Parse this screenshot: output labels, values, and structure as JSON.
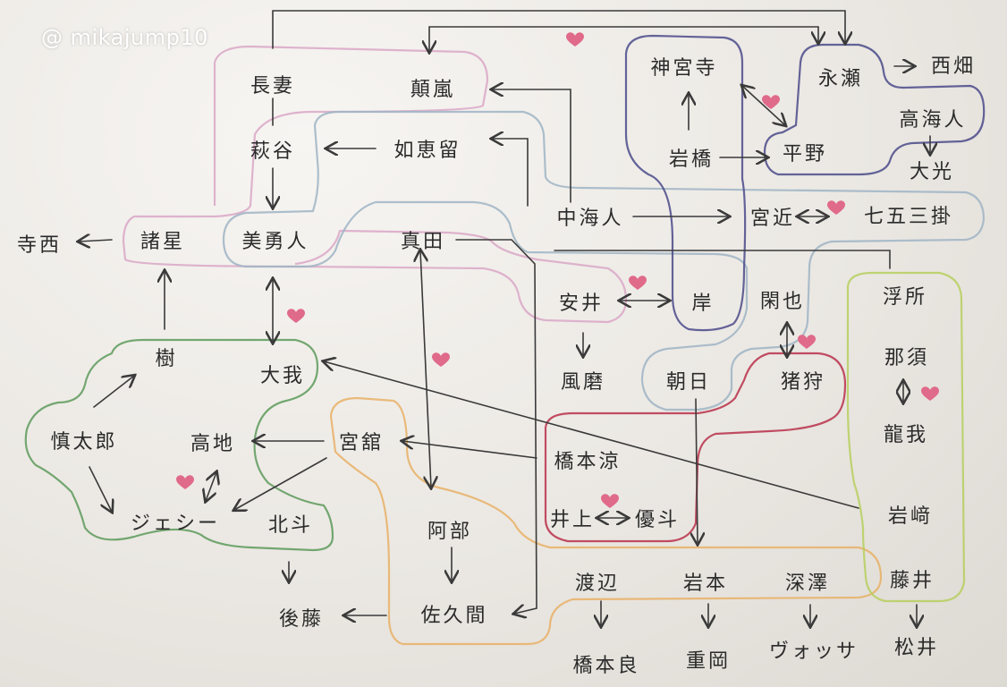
{
  "watermark": "@ mikajump10",
  "colors": {
    "pink_group": "#d9a7c7",
    "blue_group": "#9fb4c4",
    "navy_group": "#4a4a8a",
    "green_group": "#5d9a5a",
    "orange_group": "#e8b066",
    "red_group": "#b8304a",
    "lime_group": "#b6cf5e",
    "heart": "#e06a8a"
  },
  "nodes": {
    "nagatsuma": "長妻",
    "tengan": "顛嵐",
    "hagiya": "萩谷",
    "jokeru": "如恵留",
    "moroboshi": "諸星",
    "miyuto": "美勇人",
    "terani": "寺西",
    "sanada": "真田",
    "nakaumi": "中海人",
    "miyachika": "宮近",
    "shichigo": "七五三掛",
    "jinguji": "神宮寺",
    "iwahashi": "岩橋",
    "hirano": "平野",
    "nagase": "永瀬",
    "nishihata": "西畑",
    "takaumi": "高海人",
    "daiko": "大光",
    "yasui": "安井",
    "kishi": "岸",
    "shizuya": "閑也",
    "futoma": "風磨",
    "asahi": "朝日",
    "inokari": "猪狩",
    "ukisho": "浮所",
    "nasu": "那須",
    "ryuga": "龍我",
    "iwasaki": "岩﨑",
    "fujii": "藤井",
    "matsui": "松井",
    "itsuki": "樹",
    "taiga": "大我",
    "shintaro": "慎太郎",
    "kochi": "高地",
    "jesse": "ジェシー",
    "hokuto": "北斗",
    "miyadate": "宮舘",
    "hashimoto_ryo": "橋本涼",
    "inoue": "井上",
    "yuto": "優斗",
    "abe": "阿部",
    "sakuma": "佐久間",
    "goto": "後藤",
    "watanabe": "渡辺",
    "iwamoto": "岩本",
    "fukazawa": "深澤",
    "hashimoto_ryo2": "橋本良",
    "shigeoka": "重岡",
    "vocha": "ヴォッサ"
  }
}
